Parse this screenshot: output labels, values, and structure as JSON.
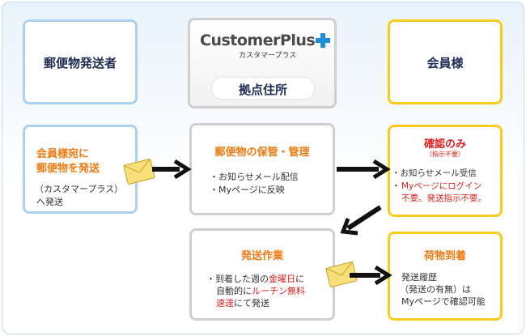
{
  "colors": {
    "accent_orange": "#f07a10",
    "accent_red": "#e02020",
    "blue_border": "#a9d2f2",
    "yellow_border": "#f7cc1e",
    "grey_border": "#cfcfcf",
    "navy_text": "#1f2d55"
  },
  "sender": {
    "title": "郵便物発送者"
  },
  "brand": {
    "logo_text": "CustomerPlus",
    "logo_kana": "カスタマープラス",
    "base_label": "拠点住所"
  },
  "member": {
    "title": "会員様"
  },
  "send_box": {
    "heading_line1": "会員様宛に",
    "heading_line2": "郵便物を発送",
    "note_line1": "（カスタマープラス）",
    "note_line2": "へ発送"
  },
  "storage_box": {
    "heading": "郵便物の保管・管理",
    "bullet1": "・お知らせメール配信",
    "bullet2": "・Myページに反映"
  },
  "confirm_box": {
    "heading": "確認のみ",
    "sub": "（指示不要）",
    "bullet1": "・お知らせメール受信",
    "bullet2_prefix": "・",
    "bullet2_red_line1": "Myページにログイン",
    "bullet2_red_line2": "不要。発送指示不要。"
  },
  "shipping_box": {
    "heading": "発送作業",
    "line1_pre": "・到着した週の",
    "line1_red": "金曜日",
    "line1_post": "に",
    "line2_pre": "自動的に",
    "line2_red": "ルーチン無料",
    "line3_red": "速達",
    "line3_post": "にて発送"
  },
  "arrival_box": {
    "heading": "荷物到着",
    "line1": "発送履歴",
    "line2": "（発送の有無）は",
    "line3": "Myページで確認可能"
  }
}
